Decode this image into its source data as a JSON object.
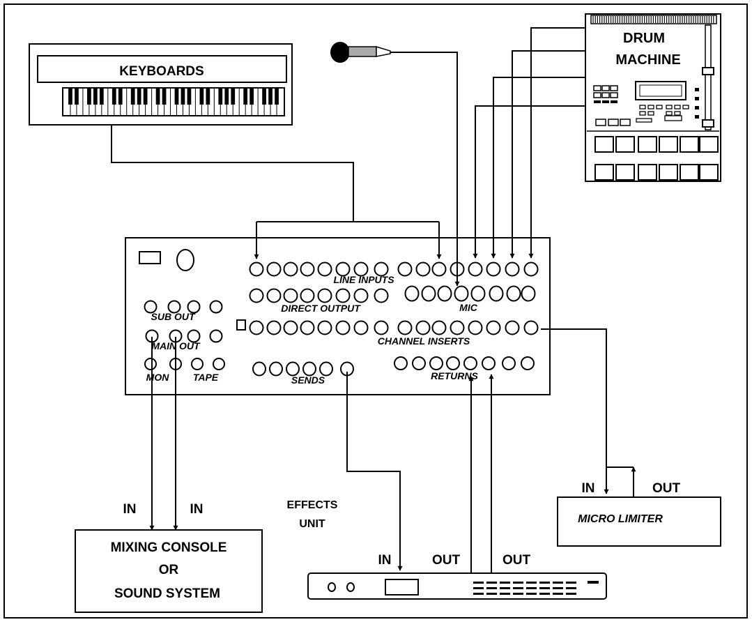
{
  "labels": {
    "keyboards": "KEYBOARDS",
    "drum_line1": "DRUM",
    "drum_line2": "MACHINE",
    "line_inputs": "LINE INPUTS",
    "direct_output": "DIRECT OUTPUT",
    "mic": "MIC",
    "sub_out": "SUB OUT",
    "main_out": "MAIN OUT",
    "channel_inserts": "CHANNEL INSERTS",
    "mon": "MON",
    "tape": "TAPE",
    "sends": "SENDS",
    "returns": "RETURNS",
    "in_left": "IN",
    "in_right": "IN",
    "mixing_line1": "MIXING CONSOLE",
    "mixing_line2": "OR",
    "mixing_line3": "SOUND SYSTEM",
    "effects_line1": "EFFECTS",
    "effects_line2": "UNIT",
    "fx_in": "IN",
    "fx_out1": "OUT",
    "fx_out2": "OUT",
    "limiter_in": "IN",
    "limiter_out": "OUT",
    "micro_limiter": "MICRO LIMITER"
  }
}
